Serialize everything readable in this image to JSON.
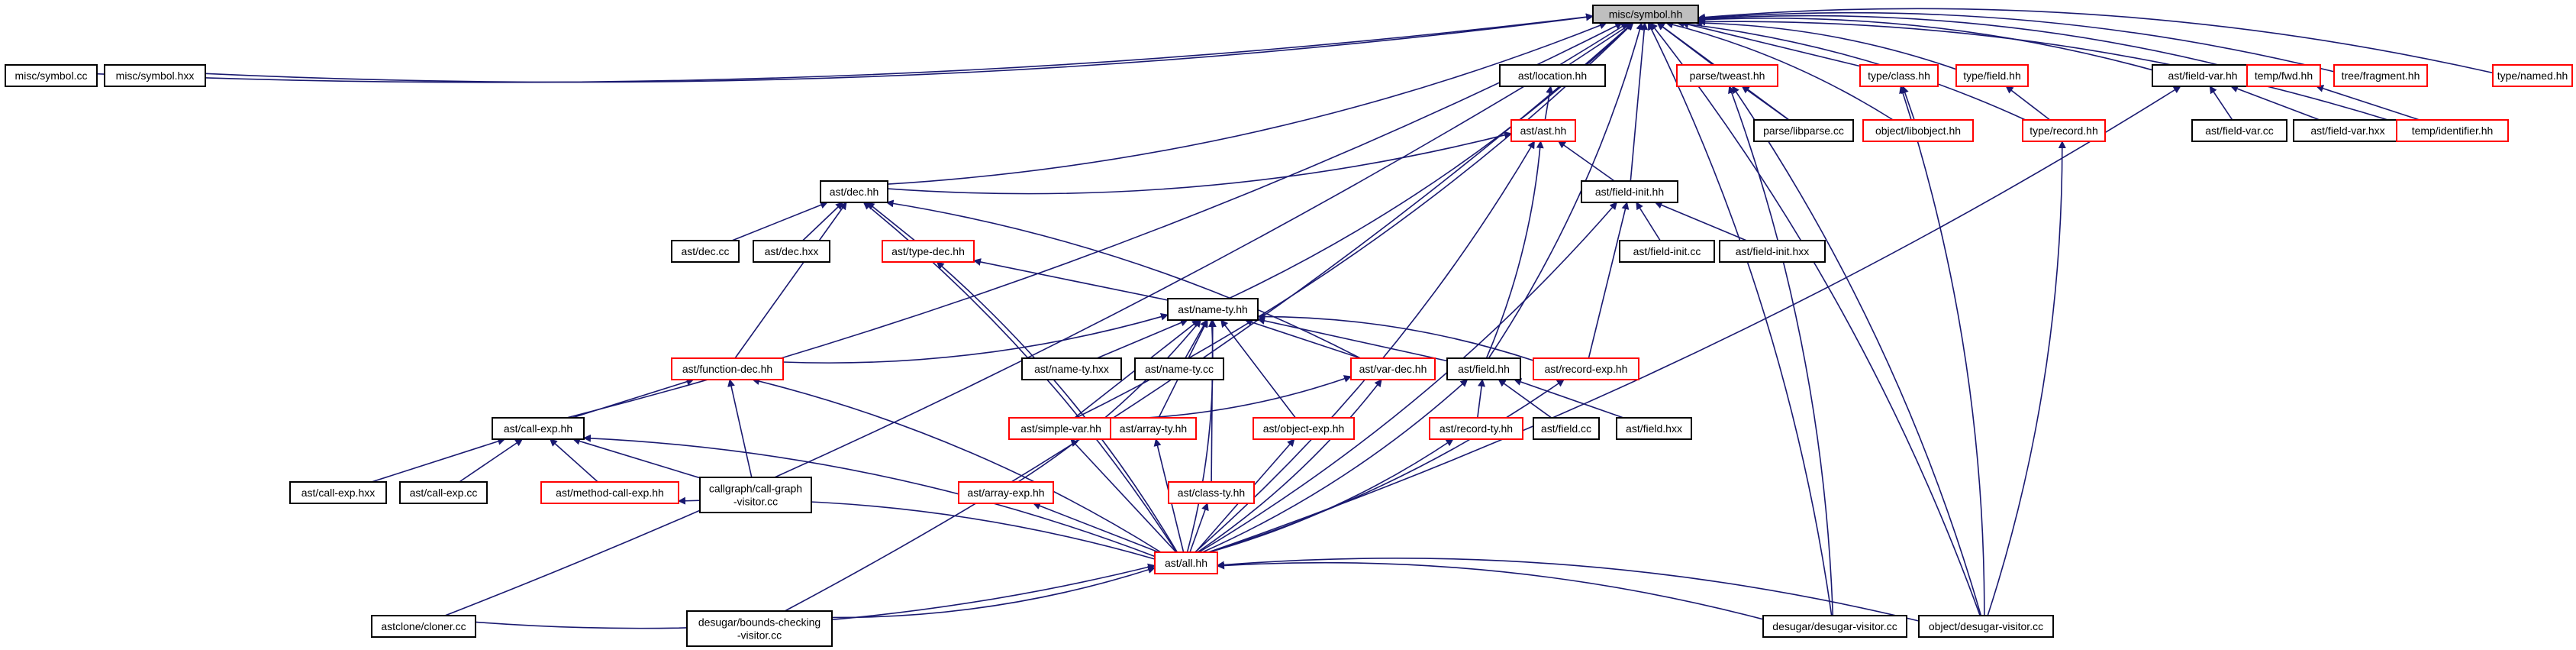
{
  "colors": {
    "edge": "#191970",
    "node_border": "#000000",
    "node_border_incomplete": "#ff0000",
    "root_fill": "#bfbfbf",
    "background": "#ffffff"
  },
  "nodes": [
    {
      "id": "misc_symbol_hh",
      "lines": [
        "misc/symbol.hh"
      ],
      "border": "root"
    },
    {
      "id": "misc_symbol_cc",
      "lines": [
        "misc/symbol.cc"
      ],
      "border": "black"
    },
    {
      "id": "misc_symbol_hxx",
      "lines": [
        "misc/symbol.hxx"
      ],
      "border": "black"
    },
    {
      "id": "ast_location_hh",
      "lines": [
        "ast/location.hh"
      ],
      "border": "black"
    },
    {
      "id": "parse_tweast_hh",
      "lines": [
        "parse/tweast.hh"
      ],
      "border": "red"
    },
    {
      "id": "type_class_hh",
      "lines": [
        "type/class.hh"
      ],
      "border": "red"
    },
    {
      "id": "type_field_hh",
      "lines": [
        "type/field.hh"
      ],
      "border": "red"
    },
    {
      "id": "ast_field_var_hh",
      "lines": [
        "ast/field-var.hh"
      ],
      "border": "black"
    },
    {
      "id": "temp_fwd_hh",
      "lines": [
        "temp/fwd.hh"
      ],
      "border": "red"
    },
    {
      "id": "tree_fragment_hh",
      "lines": [
        "tree/fragment.hh"
      ],
      "border": "red"
    },
    {
      "id": "type_named_hh",
      "lines": [
        "type/named.hh"
      ],
      "border": "red"
    },
    {
      "id": "ast_ast_hh",
      "lines": [
        "ast/ast.hh"
      ],
      "border": "red"
    },
    {
      "id": "parse_libparse_cc",
      "lines": [
        "parse/libparse.cc"
      ],
      "border": "black"
    },
    {
      "id": "object_libobject_hh",
      "lines": [
        "object/libobject.hh"
      ],
      "border": "red"
    },
    {
      "id": "type_record_hh",
      "lines": [
        "type/record.hh"
      ],
      "border": "red"
    },
    {
      "id": "ast_field_var_cc",
      "lines": [
        "ast/field-var.cc"
      ],
      "border": "black"
    },
    {
      "id": "ast_field_var_hxx",
      "lines": [
        "ast/field-var.hxx"
      ],
      "border": "black"
    },
    {
      "id": "temp_identifier_hh",
      "lines": [
        "temp/identifier.hh"
      ],
      "border": "red"
    },
    {
      "id": "ast_dec_hh",
      "lines": [
        "ast/dec.hh"
      ],
      "border": "black"
    },
    {
      "id": "ast_field_init_hh",
      "lines": [
        "ast/field-init.hh"
      ],
      "border": "black"
    },
    {
      "id": "ast_dec_cc",
      "lines": [
        "ast/dec.cc"
      ],
      "border": "black"
    },
    {
      "id": "ast_dec_hxx",
      "lines": [
        "ast/dec.hxx"
      ],
      "border": "black"
    },
    {
      "id": "ast_type_dec_hh",
      "lines": [
        "ast/type-dec.hh"
      ],
      "border": "red"
    },
    {
      "id": "ast_field_init_cc",
      "lines": [
        "ast/field-init.cc"
      ],
      "border": "black"
    },
    {
      "id": "ast_field_init_hxx",
      "lines": [
        "ast/field-init.hxx"
      ],
      "border": "black"
    },
    {
      "id": "ast_name_ty_hh",
      "lines": [
        "ast/name-ty.hh"
      ],
      "border": "black"
    },
    {
      "id": "ast_function_dec_hh",
      "lines": [
        "ast/function-dec.hh"
      ],
      "border": "red"
    },
    {
      "id": "ast_name_ty_hxx",
      "lines": [
        "ast/name-ty.hxx"
      ],
      "border": "black"
    },
    {
      "id": "ast_name_ty_cc",
      "lines": [
        "ast/name-ty.cc"
      ],
      "border": "black"
    },
    {
      "id": "ast_var_dec_hh",
      "lines": [
        "ast/var-dec.hh"
      ],
      "border": "red"
    },
    {
      "id": "ast_field_hh",
      "lines": [
        "ast/field.hh"
      ],
      "border": "black"
    },
    {
      "id": "ast_record_exp_hh",
      "lines": [
        "ast/record-exp.hh"
      ],
      "border": "red"
    },
    {
      "id": "ast_call_exp_hh",
      "lines": [
        "ast/call-exp.hh"
      ],
      "border": "black"
    },
    {
      "id": "ast_simple_var_hh",
      "lines": [
        "ast/simple-var.hh"
      ],
      "border": "red"
    },
    {
      "id": "ast_array_ty_hh",
      "lines": [
        "ast/array-ty.hh"
      ],
      "border": "red"
    },
    {
      "id": "ast_object_exp_hh",
      "lines": [
        "ast/object-exp.hh"
      ],
      "border": "red"
    },
    {
      "id": "ast_record_ty_hh",
      "lines": [
        "ast/record-ty.hh"
      ],
      "border": "red"
    },
    {
      "id": "ast_field_cc",
      "lines": [
        "ast/field.cc"
      ],
      "border": "black"
    },
    {
      "id": "ast_field_hxx",
      "lines": [
        "ast/field.hxx"
      ],
      "border": "black"
    },
    {
      "id": "ast_call_exp_hxx",
      "lines": [
        "ast/call-exp.hxx"
      ],
      "border": "black"
    },
    {
      "id": "ast_call_exp_cc",
      "lines": [
        "ast/call-exp.cc"
      ],
      "border": "black"
    },
    {
      "id": "ast_method_call_exp_hh",
      "lines": [
        "ast/method-call-exp.hh"
      ],
      "border": "red"
    },
    {
      "id": "callgraph_visitor_cc",
      "lines": [
        "callgraph/call-graph",
        "-visitor.cc"
      ],
      "border": "black"
    },
    {
      "id": "ast_array_exp_hh",
      "lines": [
        "ast/array-exp.hh"
      ],
      "border": "red"
    },
    {
      "id": "ast_class_ty_hh",
      "lines": [
        "ast/class-ty.hh"
      ],
      "border": "red"
    },
    {
      "id": "ast_all_hh",
      "lines": [
        "ast/all.hh"
      ],
      "border": "red"
    },
    {
      "id": "astclone_cloner_cc",
      "lines": [
        "astclone/cloner.cc"
      ],
      "border": "black"
    },
    {
      "id": "desugar_bounds_visitor_cc",
      "lines": [
        "desugar/bounds-checking",
        "-visitor.cc"
      ],
      "border": "black"
    },
    {
      "id": "desugar_desugar_visitor_cc",
      "lines": [
        "desugar/desugar-visitor.cc"
      ],
      "border": "black"
    },
    {
      "id": "object_desugar_visitor_cc",
      "lines": [
        "object/desugar-visitor.cc"
      ],
      "border": "black"
    }
  ],
  "edges": [
    [
      "misc_symbol_cc",
      "misc_symbol_hh"
    ],
    [
      "misc_symbol_hxx",
      "misc_symbol_hh"
    ],
    [
      "ast_location_hh",
      "misc_symbol_hh"
    ],
    [
      "parse_tweast_hh",
      "misc_symbol_hh"
    ],
    [
      "type_class_hh",
      "misc_symbol_hh"
    ],
    [
      "type_field_hh",
      "misc_symbol_hh"
    ],
    [
      "ast_field_var_hh",
      "misc_symbol_hh"
    ],
    [
      "temp_fwd_hh",
      "misc_symbol_hh"
    ],
    [
      "tree_fragment_hh",
      "misc_symbol_hh"
    ],
    [
      "type_named_hh",
      "misc_symbol_hh"
    ],
    [
      "ast_dec_hh",
      "misc_symbol_hh"
    ],
    [
      "ast_field_init_hh",
      "misc_symbol_hh"
    ],
    [
      "ast_name_ty_hh",
      "misc_symbol_hh"
    ],
    [
      "ast_call_exp_hh",
      "misc_symbol_hh"
    ],
    [
      "ast_simple_var_hh",
      "misc_symbol_hh"
    ],
    [
      "ast_field_hh",
      "misc_symbol_hh"
    ],
    [
      "parse_libparse_cc",
      "misc_symbol_hh"
    ],
    [
      "object_libobject_hh",
      "misc_symbol_hh"
    ],
    [
      "type_record_hh",
      "misc_symbol_hh"
    ],
    [
      "temp_identifier_hh",
      "misc_symbol_hh"
    ],
    [
      "astclone_cloner_cc",
      "misc_symbol_hh"
    ],
    [
      "desugar_bounds_visitor_cc",
      "misc_symbol_hh"
    ],
    [
      "desugar_desugar_visitor_cc",
      "misc_symbol_hh"
    ],
    [
      "object_desugar_visitor_cc",
      "misc_symbol_hh"
    ],
    [
      "ast_ast_hh",
      "ast_location_hh"
    ],
    [
      "parse_libparse_cc",
      "parse_tweast_hh"
    ],
    [
      "desugar_desugar_visitor_cc",
      "parse_tweast_hh"
    ],
    [
      "object_desugar_visitor_cc",
      "parse_tweast_hh"
    ],
    [
      "object_libobject_hh",
      "type_class_hh"
    ],
    [
      "object_desugar_visitor_cc",
      "type_class_hh"
    ],
    [
      "type_record_hh",
      "type_field_hh"
    ],
    [
      "ast_field_var_cc",
      "ast_field_var_hh"
    ],
    [
      "ast_field_var_hxx",
      "ast_field_var_hh"
    ],
    [
      "ast_all_hh",
      "ast_field_var_hh"
    ],
    [
      "temp_identifier_hh",
      "temp_fwd_hh"
    ],
    [
      "object_desugar_visitor_cc",
      "type_record_hh"
    ],
    [
      "ast_dec_hh",
      "ast_ast_hh"
    ],
    [
      "ast_field_init_hh",
      "ast_ast_hh"
    ],
    [
      "ast_field_hh",
      "ast_ast_hh"
    ],
    [
      "ast_all_hh",
      "ast_ast_hh"
    ],
    [
      "ast_dec_cc",
      "ast_dec_hh"
    ],
    [
      "ast_dec_hxx",
      "ast_dec_hh"
    ],
    [
      "ast_type_dec_hh",
      "ast_dec_hh"
    ],
    [
      "ast_function_dec_hh",
      "ast_dec_hh"
    ],
    [
      "ast_var_dec_hh",
      "ast_dec_hh"
    ],
    [
      "ast_all_hh",
      "ast_dec_hh"
    ],
    [
      "ast_field_init_cc",
      "ast_field_init_hh"
    ],
    [
      "ast_field_init_hxx",
      "ast_field_init_hh"
    ],
    [
      "ast_record_exp_hh",
      "ast_field_init_hh"
    ],
    [
      "ast_all_hh",
      "ast_field_init_hh"
    ],
    [
      "ast_name_ty_hh",
      "ast_type_dec_hh"
    ],
    [
      "ast_all_hh",
      "ast_type_dec_hh"
    ],
    [
      "ast_function_dec_hh",
      "ast_name_ty_hh"
    ],
    [
      "ast_name_ty_hxx",
      "ast_name_ty_hh"
    ],
    [
      "ast_name_ty_cc",
      "ast_name_ty_hh"
    ],
    [
      "ast_var_dec_hh",
      "ast_name_ty_hh"
    ],
    [
      "ast_field_hh",
      "ast_name_ty_hh"
    ],
    [
      "ast_simple_var_hh",
      "ast_name_ty_hh"
    ],
    [
      "ast_array_ty_hh",
      "ast_name_ty_hh"
    ],
    [
      "ast_object_exp_hh",
      "ast_name_ty_hh"
    ],
    [
      "ast_array_exp_hh",
      "ast_name_ty_hh"
    ],
    [
      "ast_class_ty_hh",
      "ast_name_ty_hh"
    ],
    [
      "ast_record_exp_hh",
      "ast_name_ty_hh"
    ],
    [
      "ast_all_hh",
      "ast_name_ty_hh"
    ],
    [
      "ast_call_exp_hh",
      "ast_function_dec_hh"
    ],
    [
      "callgraph_visitor_cc",
      "ast_function_dec_hh"
    ],
    [
      "ast_all_hh",
      "ast_function_dec_hh"
    ],
    [
      "ast_simple_var_hh",
      "ast_var_dec_hh"
    ],
    [
      "ast_all_hh",
      "ast_var_dec_hh"
    ],
    [
      "ast_record_ty_hh",
      "ast_field_hh"
    ],
    [
      "ast_field_cc",
      "ast_field_hh"
    ],
    [
      "ast_field_hxx",
      "ast_field_hh"
    ],
    [
      "ast_all_hh",
      "ast_field_hh"
    ],
    [
      "ast_all_hh",
      "ast_record_exp_hh"
    ],
    [
      "ast_call_exp_hxx",
      "ast_call_exp_hh"
    ],
    [
      "ast_call_exp_cc",
      "ast_call_exp_hh"
    ],
    [
      "ast_method_call_exp_hh",
      "ast_call_exp_hh"
    ],
    [
      "callgraph_visitor_cc",
      "ast_call_exp_hh"
    ],
    [
      "ast_all_hh",
      "ast_call_exp_hh"
    ],
    [
      "ast_all_hh",
      "ast_simple_var_hh"
    ],
    [
      "ast_all_hh",
      "ast_array_ty_hh"
    ],
    [
      "ast_all_hh",
      "ast_object_exp_hh"
    ],
    [
      "ast_all_hh",
      "ast_record_ty_hh"
    ],
    [
      "ast_all_hh",
      "ast_method_call_exp_hh"
    ],
    [
      "ast_all_hh",
      "ast_array_exp_hh"
    ],
    [
      "ast_all_hh",
      "ast_class_ty_hh"
    ],
    [
      "astclone_cloner_cc",
      "ast_all_hh"
    ],
    [
      "desugar_bounds_visitor_cc",
      "ast_all_hh"
    ],
    [
      "desugar_desugar_visitor_cc",
      "ast_all_hh"
    ],
    [
      "object_desugar_visitor_cc",
      "ast_all_hh"
    ]
  ]
}
